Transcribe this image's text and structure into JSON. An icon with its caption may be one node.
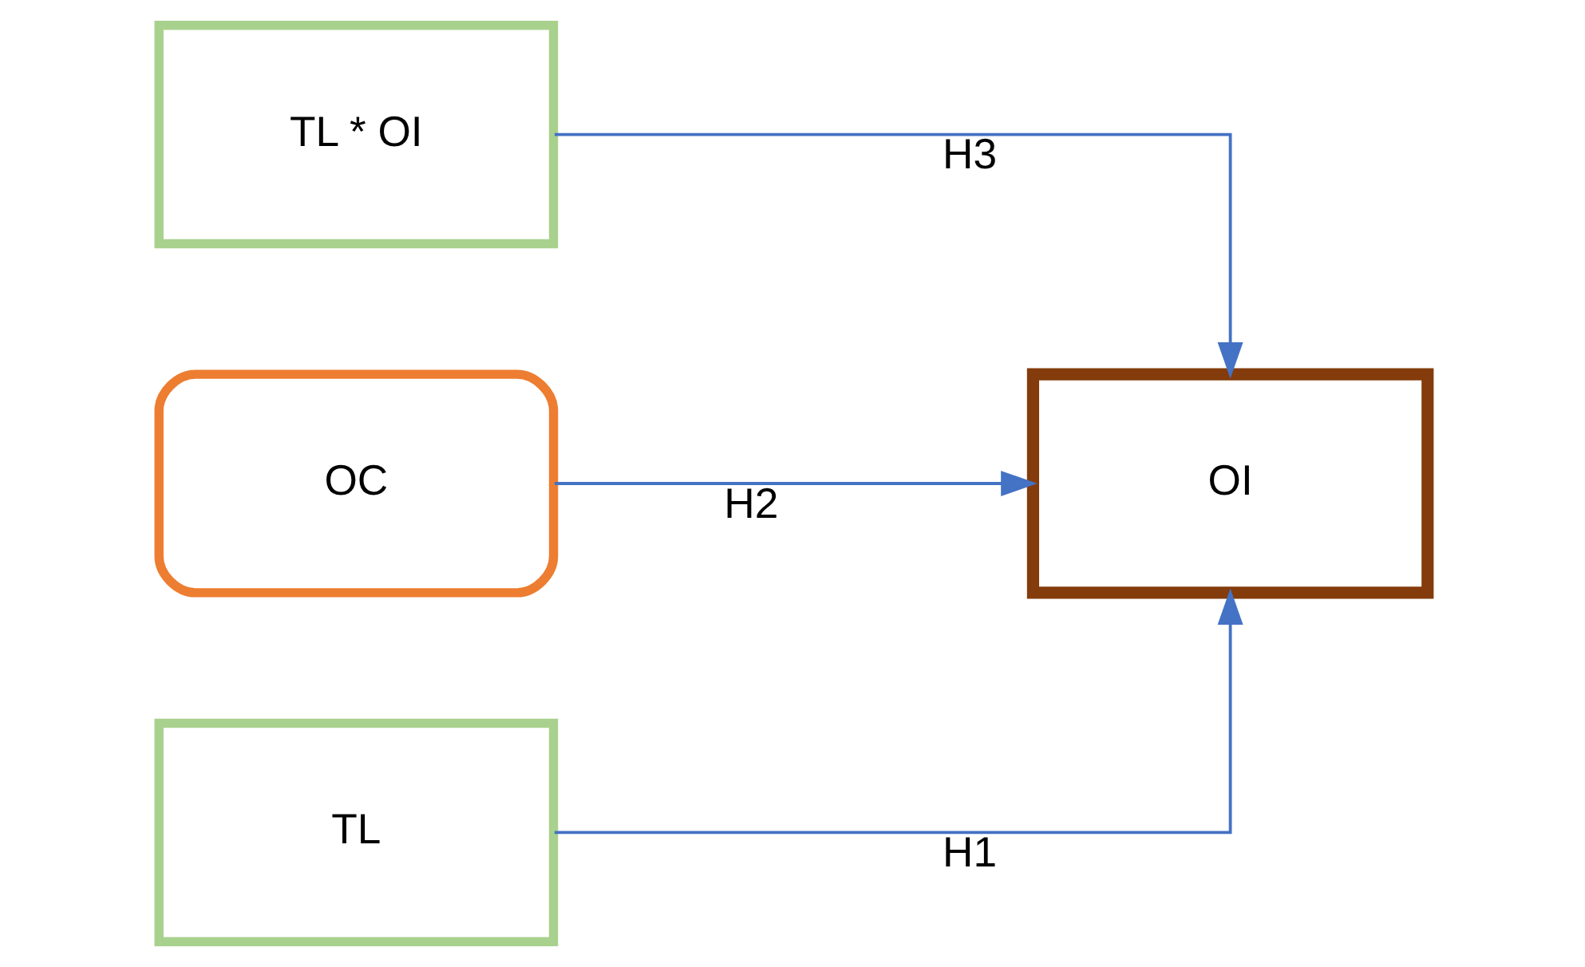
{
  "diagram": {
    "nodes": [
      {
        "text": [
          "TL * OI"
        ]
      },
      {
        "text": [
          "OC"
        ]
      },
      {
        "text": [
          "TL"
        ]
      },
      {
        "text": [
          "OI"
        ]
      }
    ],
    "edges": [
      {
        "from": 0,
        "to": 3,
        "arrow": "to",
        "label": "H3"
      },
      {
        "from": 1,
        "to": 3,
        "arrow": "to",
        "label": "H2"
      },
      {
        "from": 2,
        "to": 3,
        "arrow": "to",
        "label": "H1"
      }
    ]
  }
}
